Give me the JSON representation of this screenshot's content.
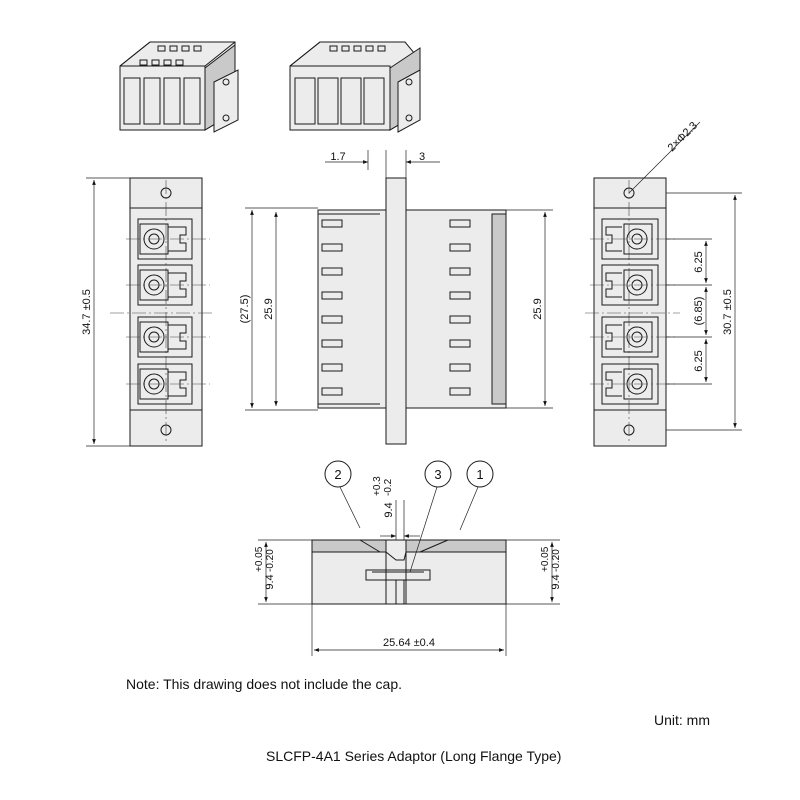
{
  "dimensions": {
    "flange_length": "1.7",
    "flange_offset": "3",
    "hole_diameter": "2×Φ2.3",
    "overall_height": "34.7 ±0.5",
    "ref_height": "(27.5)",
    "body_height_left": "25.9",
    "body_height_right": "25.9",
    "hole_pitch": "30.7 ±0.5",
    "port_pitch_top": "6.25",
    "port_pitch_mid": "(6.85)",
    "port_pitch_bottom": "6.25",
    "thickness_center_tol": "+0.3\n-0.2",
    "thickness_center": "9.4",
    "thickness_left_tol": "+0.05\n-0.20",
    "thickness_left": "9.4",
    "thickness_right_tol": "+0.05\n-0.20",
    "thickness_right": "9.4",
    "overall_length": "25.64 ±0.4"
  },
  "callouts": [
    "2",
    "3",
    "1"
  ],
  "note": "Note: This drawing does not include the cap.",
  "unit": "Unit: mm",
  "caption": "SLCFP-4A1 Series Adaptor (Long Flange Type)"
}
